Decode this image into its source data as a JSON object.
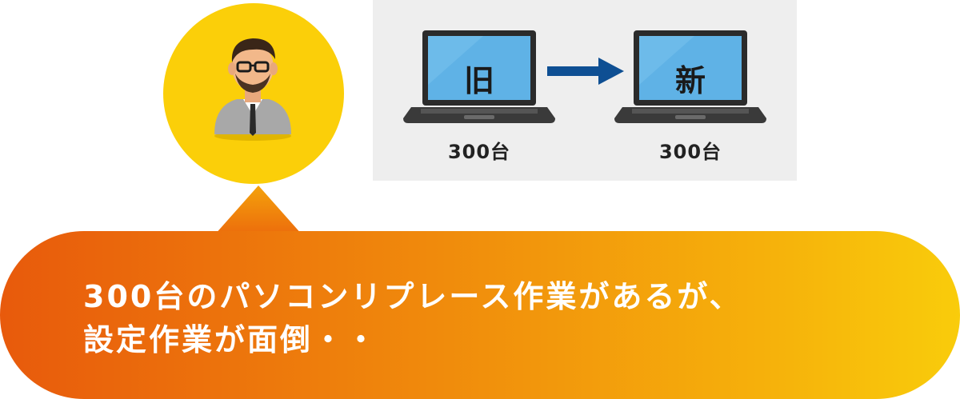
{
  "colors": {
    "avatar_bg": "#FBCF09",
    "panel_bg": "#EEEEEE",
    "arrow": "#0E4F93",
    "screen": "#5FB2E6",
    "bubble_start": "#E85A0C",
    "bubble_end": "#F9CC0B"
  },
  "laptops": {
    "old": {
      "screen_label": "旧",
      "count": "300台"
    },
    "new": {
      "screen_label": "新",
      "count": "300台"
    }
  },
  "bubble": {
    "line1": "300台のパソコンリプレース作業があるが、",
    "line2": "設定作業が面倒・・"
  },
  "icons": [
    "person-icon",
    "laptop-icon",
    "arrow-right-icon"
  ]
}
